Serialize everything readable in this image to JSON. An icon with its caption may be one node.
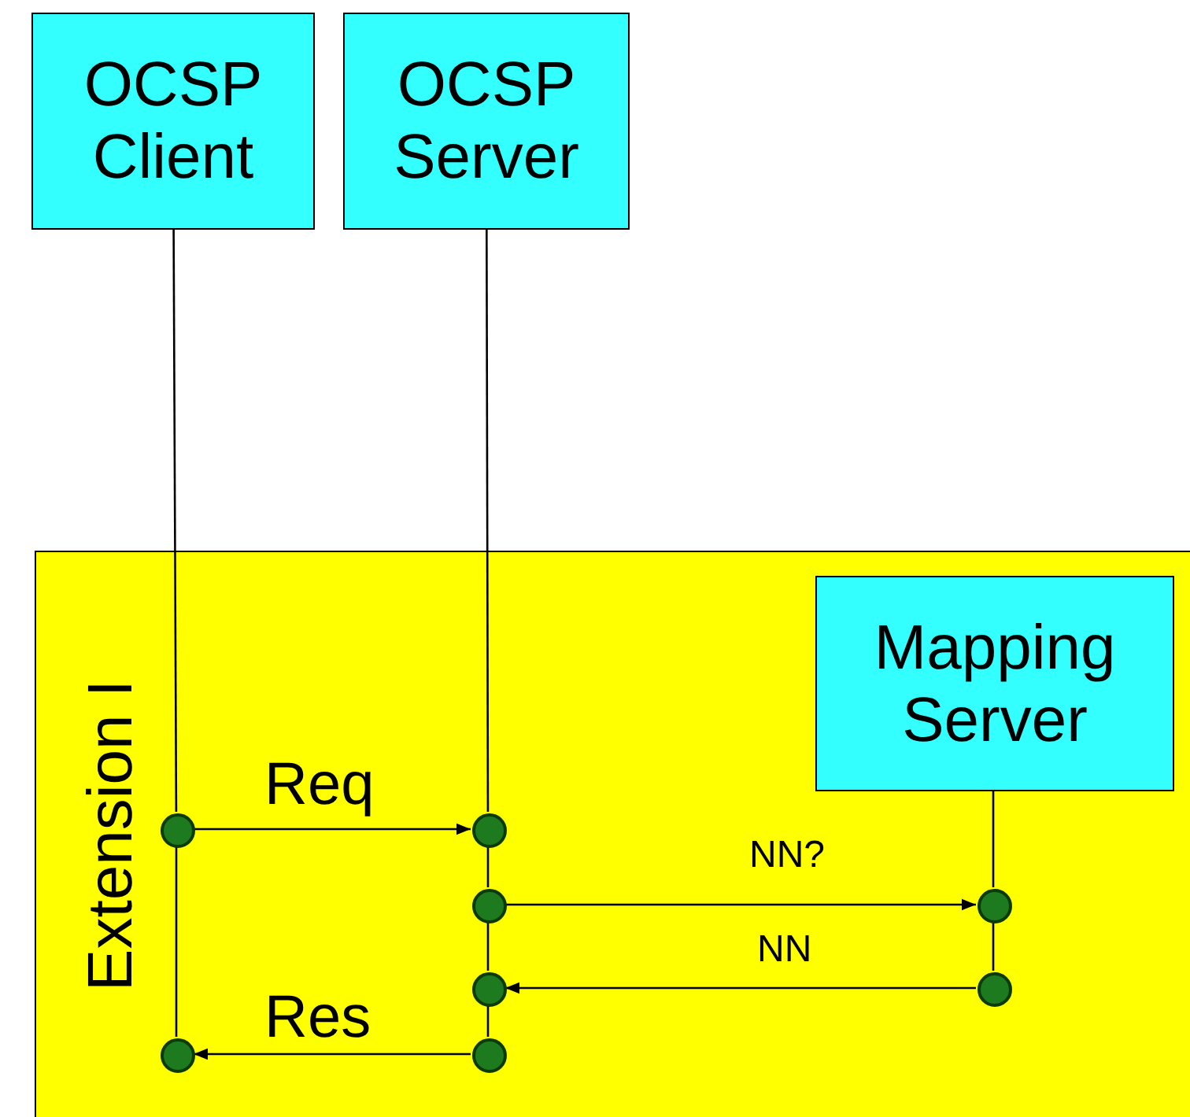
{
  "diagram": {
    "nodes": [
      {
        "text": [
          "OCSP Client"
        ]
      },
      {
        "text": [
          "OCSP Server"
        ]
      },
      {
        "text": [
          "Extension I"
        ]
      },
      {
        "text": [
          "Mapping Server"
        ],
        "in": 2
      },
      {
        "text": [],
        "shape": "circle",
        "in": 2
      },
      {
        "text": [],
        "shape": "circle",
        "in": 2
      },
      {
        "text": [],
        "shape": "circle",
        "in": 2
      },
      {
        "text": [],
        "shape": "circle",
        "in": 2
      },
      {
        "text": [],
        "shape": "circle",
        "in": 2
      },
      {
        "text": [],
        "shape": "circle",
        "in": 2
      },
      {
        "text": [],
        "shape": "circle",
        "in": 2
      },
      {
        "text": [],
        "shape": "circle",
        "in": 2
      }
    ],
    "edges": [
      {
        "from": 0,
        "to": 4,
        "arrow": "none"
      },
      {
        "from": 1,
        "to": 5,
        "arrow": "none"
      },
      {
        "from": 3,
        "to": 7,
        "arrow": "none"
      },
      {
        "from": 4,
        "to": 5,
        "arrow": "to",
        "label": "Req"
      },
      {
        "from": 5,
        "to": 6,
        "arrow": "none"
      },
      {
        "from": 6,
        "to": 7,
        "arrow": "to",
        "label": "NN?"
      },
      {
        "from": 7,
        "to": 9,
        "arrow": "none"
      },
      {
        "from": 9,
        "to": 8,
        "arrow": "to",
        "label": "NN"
      },
      {
        "from": 6,
        "to": 8,
        "arrow": "none"
      },
      {
        "from": 8,
        "to": 11,
        "arrow": "none"
      },
      {
        "from": 11,
        "to": 10,
        "arrow": "to",
        "label": "Res"
      },
      {
        "from": 4,
        "to": 10,
        "arrow": "none"
      }
    ]
  }
}
